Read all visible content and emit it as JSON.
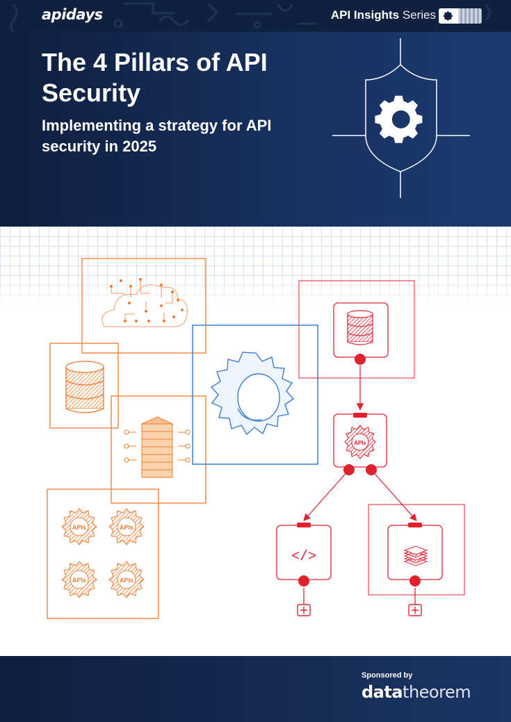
{
  "header": {
    "logo": "apidays",
    "series_bold": "API Insights",
    "series_light": "Series"
  },
  "cover": {
    "title": "The 4 Pillars of API Security",
    "subtitle": "Implementing a strategy for API security in 2025"
  },
  "illustration": {
    "api_badge": "APIs",
    "code_glyph": "</>"
  },
  "footer": {
    "sponsored_by": "Sponsored by",
    "sponsor_bold": "data",
    "sponsor_light": "theorem"
  },
  "colors": {
    "navy": "#10213f",
    "orange": "#f07b2e",
    "red": "#e0222f",
    "blue": "#3a7bd5"
  }
}
